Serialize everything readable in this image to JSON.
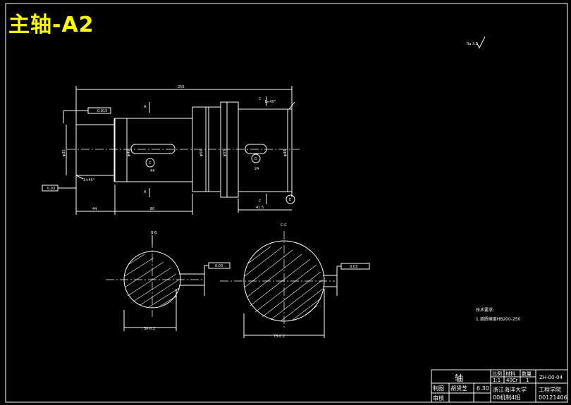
{
  "title": "主轴-A2",
  "colors": {
    "background": "#000000",
    "lines": "#ffffff",
    "title": "#ffff00"
  },
  "roughness_note": "Ra 3.2",
  "main_view": {
    "overall_length": "255",
    "section_marks": [
      "A",
      "A",
      "C",
      "C"
    ],
    "diameters": [
      "φ35",
      "φ40",
      "φ50",
      "φ55",
      "φ48"
    ],
    "lengths": [
      "44",
      "80",
      "41.5"
    ],
    "tolerance_left": "0.015",
    "tolerance_bottom": "0.03",
    "chamfer_left": "1×45°",
    "chamfer_right": "1×45°",
    "keyway_labels": [
      "44",
      "24"
    ],
    "circle_marks": [
      "C",
      "D",
      "E"
    ]
  },
  "section_views": [
    {
      "label": "B-B",
      "width_label": "30-0.2",
      "tolerance": "0.03"
    },
    {
      "label": "C-C",
      "width_label": "73-0.2",
      "tolerance": "0.03"
    }
  ],
  "tech_requirements": {
    "title": "技术要求:",
    "line1": "1.调质硬度HB200-250"
  },
  "title_block": {
    "part_name": "轴",
    "col_scale": "比例",
    "col_material": "材料",
    "col_qty": "数量",
    "scale": "1:1",
    "material": "40Cr",
    "qty": "1",
    "drawing_no": "ZH-00-04",
    "drafter_label": "制图",
    "drafter_name": "胡贤芝",
    "reviewer_label": "审核",
    "date": "6.30",
    "school": "浙江海洋大学",
    "class_name": "00机制4班",
    "dept": "工程学院",
    "student_id": "00121406"
  }
}
